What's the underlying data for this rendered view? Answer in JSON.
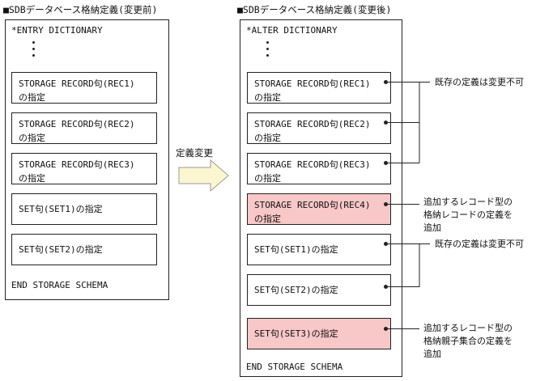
{
  "before": {
    "title": "■SDBデータベース格納定義(変更前)",
    "header": "*ENTRY DICTIONARY",
    "footer": "END STORAGE SCHEMA",
    "boxes": [
      {
        "line1": "STORAGE RECORD句(REC1)",
        "line2": "の指定"
      },
      {
        "line1": "STORAGE RECORD句(REC2)",
        "line2": "の指定"
      },
      {
        "line1": "STORAGE RECORD句(REC3)",
        "line2": "の指定"
      },
      {
        "line1": "SET句(SET1)の指定"
      },
      {
        "line1": "SET句(SET2)の指定"
      }
    ]
  },
  "transition": {
    "label": "定義変更"
  },
  "after": {
    "title": "■SDBデータベース格納定義(変更後)",
    "header": "*ALTER DICTIONARY",
    "footer": "END STORAGE SCHEMA",
    "boxes": [
      {
        "line1": "STORAGE RECORD句(REC1)",
        "line2": "の指定"
      },
      {
        "line1": "STORAGE RECORD句(REC2)",
        "line2": "の指定"
      },
      {
        "line1": "STORAGE RECORD句(REC3)",
        "line2": "の指定"
      },
      {
        "line1": "STORAGE RECORD句(REC4)",
        "line2": "の指定"
      },
      {
        "line1": "SET句(SET1)の指定"
      },
      {
        "line1": "SET句(SET2)の指定"
      },
      {
        "line1": "SET句(SET3)の指定"
      }
    ]
  },
  "notes": {
    "existing_records": "既存の定義は変更不可",
    "new_record": [
      "追加するレコード型の",
      "格納レコードの定義を",
      "追加"
    ],
    "existing_sets": "既存の定義は変更不可",
    "new_set": [
      "追加するレコード型の",
      "格納親子集合の定義を",
      "追加"
    ]
  },
  "colors": {
    "highlight": "#f8c7c7",
    "arrow_fill": "#fbf6cf",
    "arrow_stroke": "#9a9a9a"
  }
}
